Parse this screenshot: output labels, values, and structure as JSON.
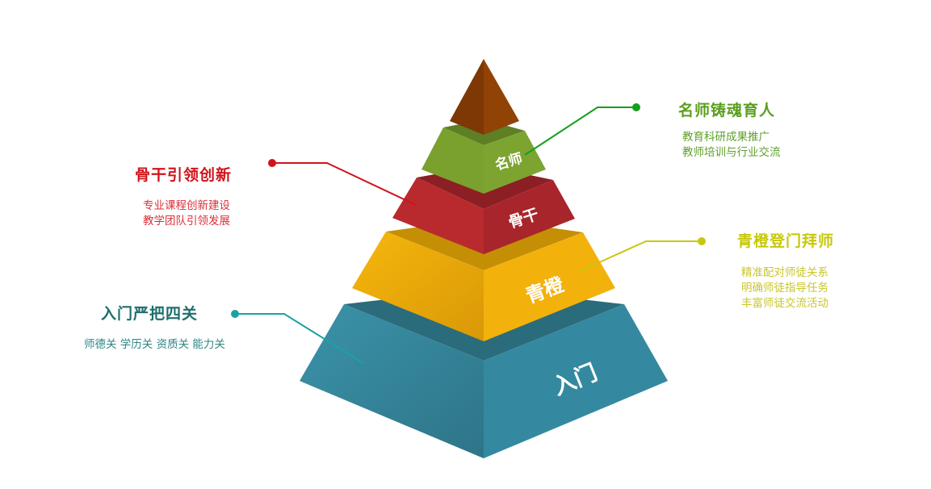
{
  "pyramid": {
    "tiers": [
      {
        "label": "名师",
        "color": "#7ea530"
      },
      {
        "label": "骨干",
        "color": "#bb2b2e"
      },
      {
        "label": "青橙",
        "color": "#f2ae0e"
      },
      {
        "label": "入门",
        "color": "#358aa0"
      }
    ],
    "apex_color": "#8f4005"
  },
  "callouts": {
    "mingshi": {
      "title": "名师铸魂育人",
      "lines": [
        "教育科研成果推广",
        "教师培训与行业交流"
      ],
      "color": "#5a9e1c"
    },
    "gugan": {
      "title": "骨干引领创新",
      "lines": [
        "专业课程创新建设",
        "教学团队引领发展"
      ],
      "color": "#d0141c"
    },
    "qingcheng": {
      "title": "青橙登门拜师",
      "lines": [
        "精准配对师徒关系",
        "明确师徒指导任务",
        "丰富师徒交流活动"
      ],
      "color": "#c8c80a"
    },
    "rumen": {
      "title": "入门严把四关",
      "lines": [
        "师德关 学历关 资质关 能力关"
      ],
      "color": "#1d6e6c"
    }
  }
}
